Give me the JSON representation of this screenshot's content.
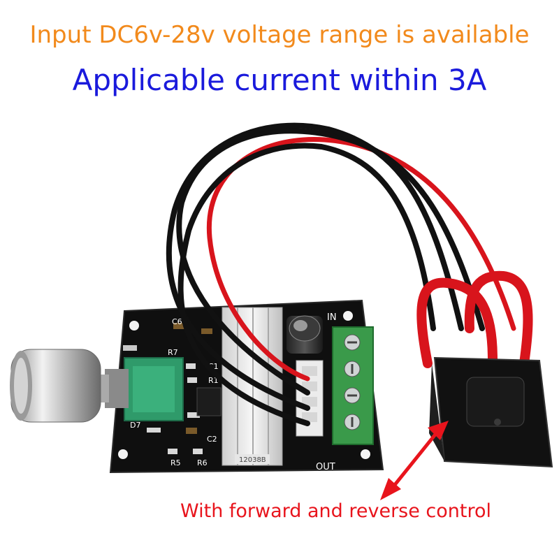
{
  "headline_voltage": "Input DC6v-28v voltage range is available",
  "headline_current": "Applicable current within 3A",
  "caption": "With forward and reverse control",
  "board_labels": {
    "in": "IN",
    "out": "OUT",
    "c1": "C1",
    "c2": "C2",
    "c6": "C6",
    "d7": "D7",
    "r1": "R1",
    "r5": "R5",
    "r6": "R6",
    "r7": "R7",
    "chip": "12038B"
  },
  "colors": {
    "voltage_text": "#f28a1c",
    "current_text": "#1a1adc",
    "caption_text": "#e8141c",
    "arrow": "#e8141c",
    "pcb": "#111111",
    "terminal_block": "#3a9a4a",
    "wire_red": "#d8141c",
    "wire_black": "#111111"
  }
}
